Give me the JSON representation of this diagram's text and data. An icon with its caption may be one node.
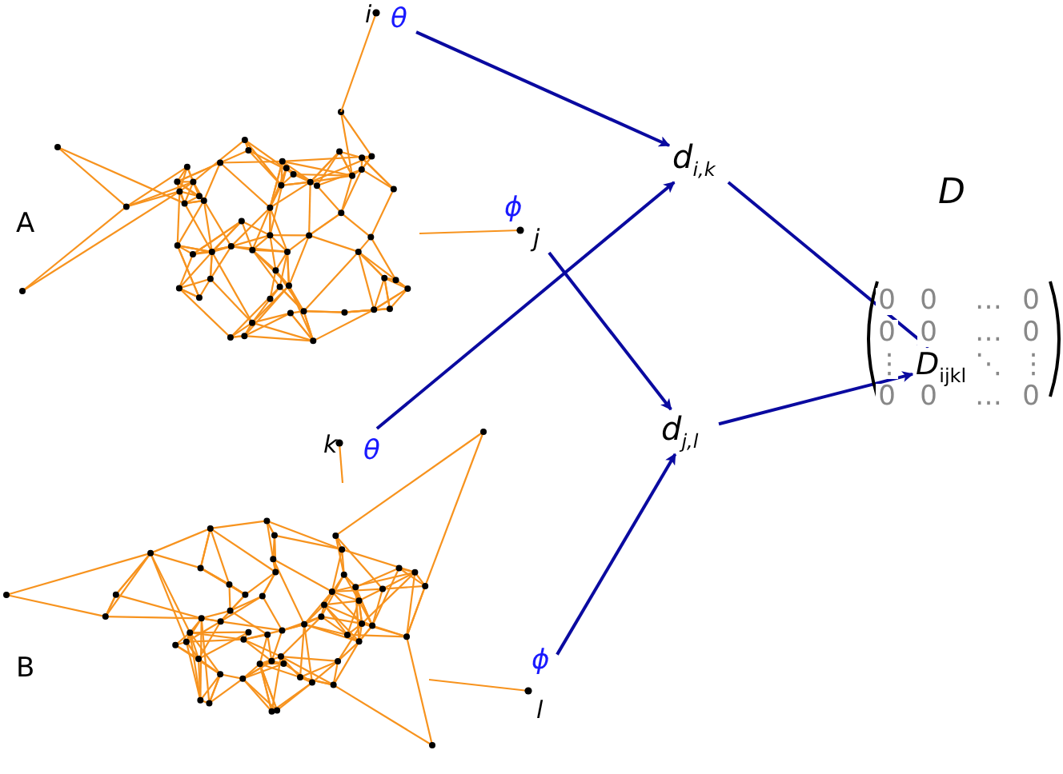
{
  "diagram": {
    "nodes": [
      {
        "text": [
          "i"
        ],
        "beside": [
          "θ"
        ]
      },
      {
        "text": [
          "j"
        ],
        "beside": [
          "ϕ"
        ]
      },
      {
        "text": [
          "k"
        ],
        "beside": [
          "θ"
        ]
      },
      {
        "text": [
          "l"
        ],
        "beside": [
          "ϕ"
        ]
      },
      {
        "text": [
          "d$_{i,k}$"
        ]
      },
      {
        "text": [
          "d$_{j,l}$"
        ]
      },
      {
        "text": [
          "D"
        ]
      },
      {
        "text": [
          "*D*$_{ijkl}$"
        ],
        "in": 6
      }
    ],
    "edges": [
      {
        "from": 0,
        "to": 4,
        "arrow": "to"
      },
      {
        "from": 2,
        "to": 4,
        "arrow": "to"
      },
      {
        "from": 1,
        "to": 5,
        "arrow": "to"
      },
      {
        "from": 3,
        "to": 5,
        "arrow": "to"
      },
      {
        "from": 4,
        "to": 7,
        "arrow": "to"
      },
      {
        "from": 5,
        "to": 7,
        "arrow": "to"
      }
    ],
    "labels": [
      "A",
      "B",
      "0",
      "0",
      "…",
      "0",
      "0",
      "0",
      "…",
      "0",
      "⋮",
      "⋱",
      "⋮",
      "0",
      "0",
      "…",
      "0"
    ]
  }
}
